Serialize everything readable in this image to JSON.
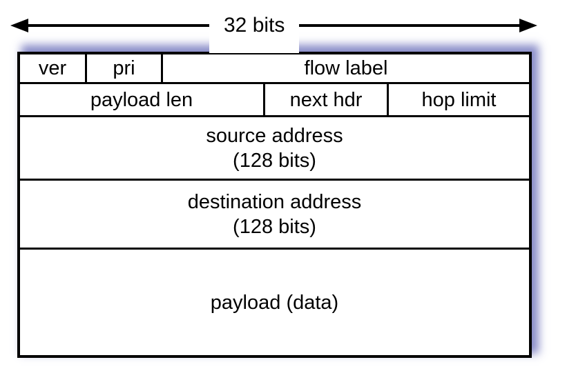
{
  "diagram": {
    "width_caption": "32 bits",
    "rows": [
      {
        "cells": [
          {
            "label": "ver"
          },
          {
            "label": "pri"
          },
          {
            "label": "flow label"
          }
        ]
      },
      {
        "cells": [
          {
            "label": "payload len"
          },
          {
            "label": "next hdr"
          },
          {
            "label": "hop limit"
          }
        ]
      },
      {
        "cells": [
          {
            "label": "source address",
            "sublabel": "(128 bits)"
          }
        ]
      },
      {
        "cells": [
          {
            "label": "destination address",
            "sublabel": "(128 bits)"
          }
        ]
      },
      {
        "cells": [
          {
            "label": "payload (data)"
          }
        ]
      }
    ],
    "colors": {
      "border": "#000000",
      "text": "#000000",
      "glow": "#7478be",
      "background": "#ffffff"
    }
  }
}
